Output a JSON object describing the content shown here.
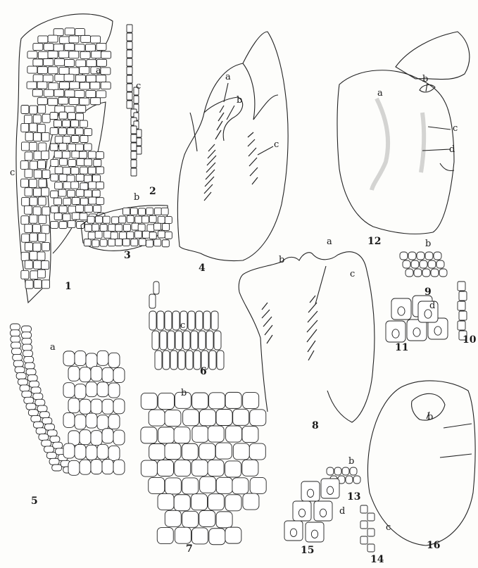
{
  "figure_numbers": [
    "1",
    "2",
    "3",
    "4",
    "5",
    "6",
    "7",
    "8",
    "9",
    "10",
    "11",
    "12",
    "13",
    "14",
    "15",
    "16"
  ],
  "letter_labels": {
    "a": "a",
    "b": "b",
    "c": "c",
    "d": "d"
  },
  "colors": {
    "ink": "#222222",
    "paper": "#fdfdfb",
    "stipple": "#555555"
  }
}
